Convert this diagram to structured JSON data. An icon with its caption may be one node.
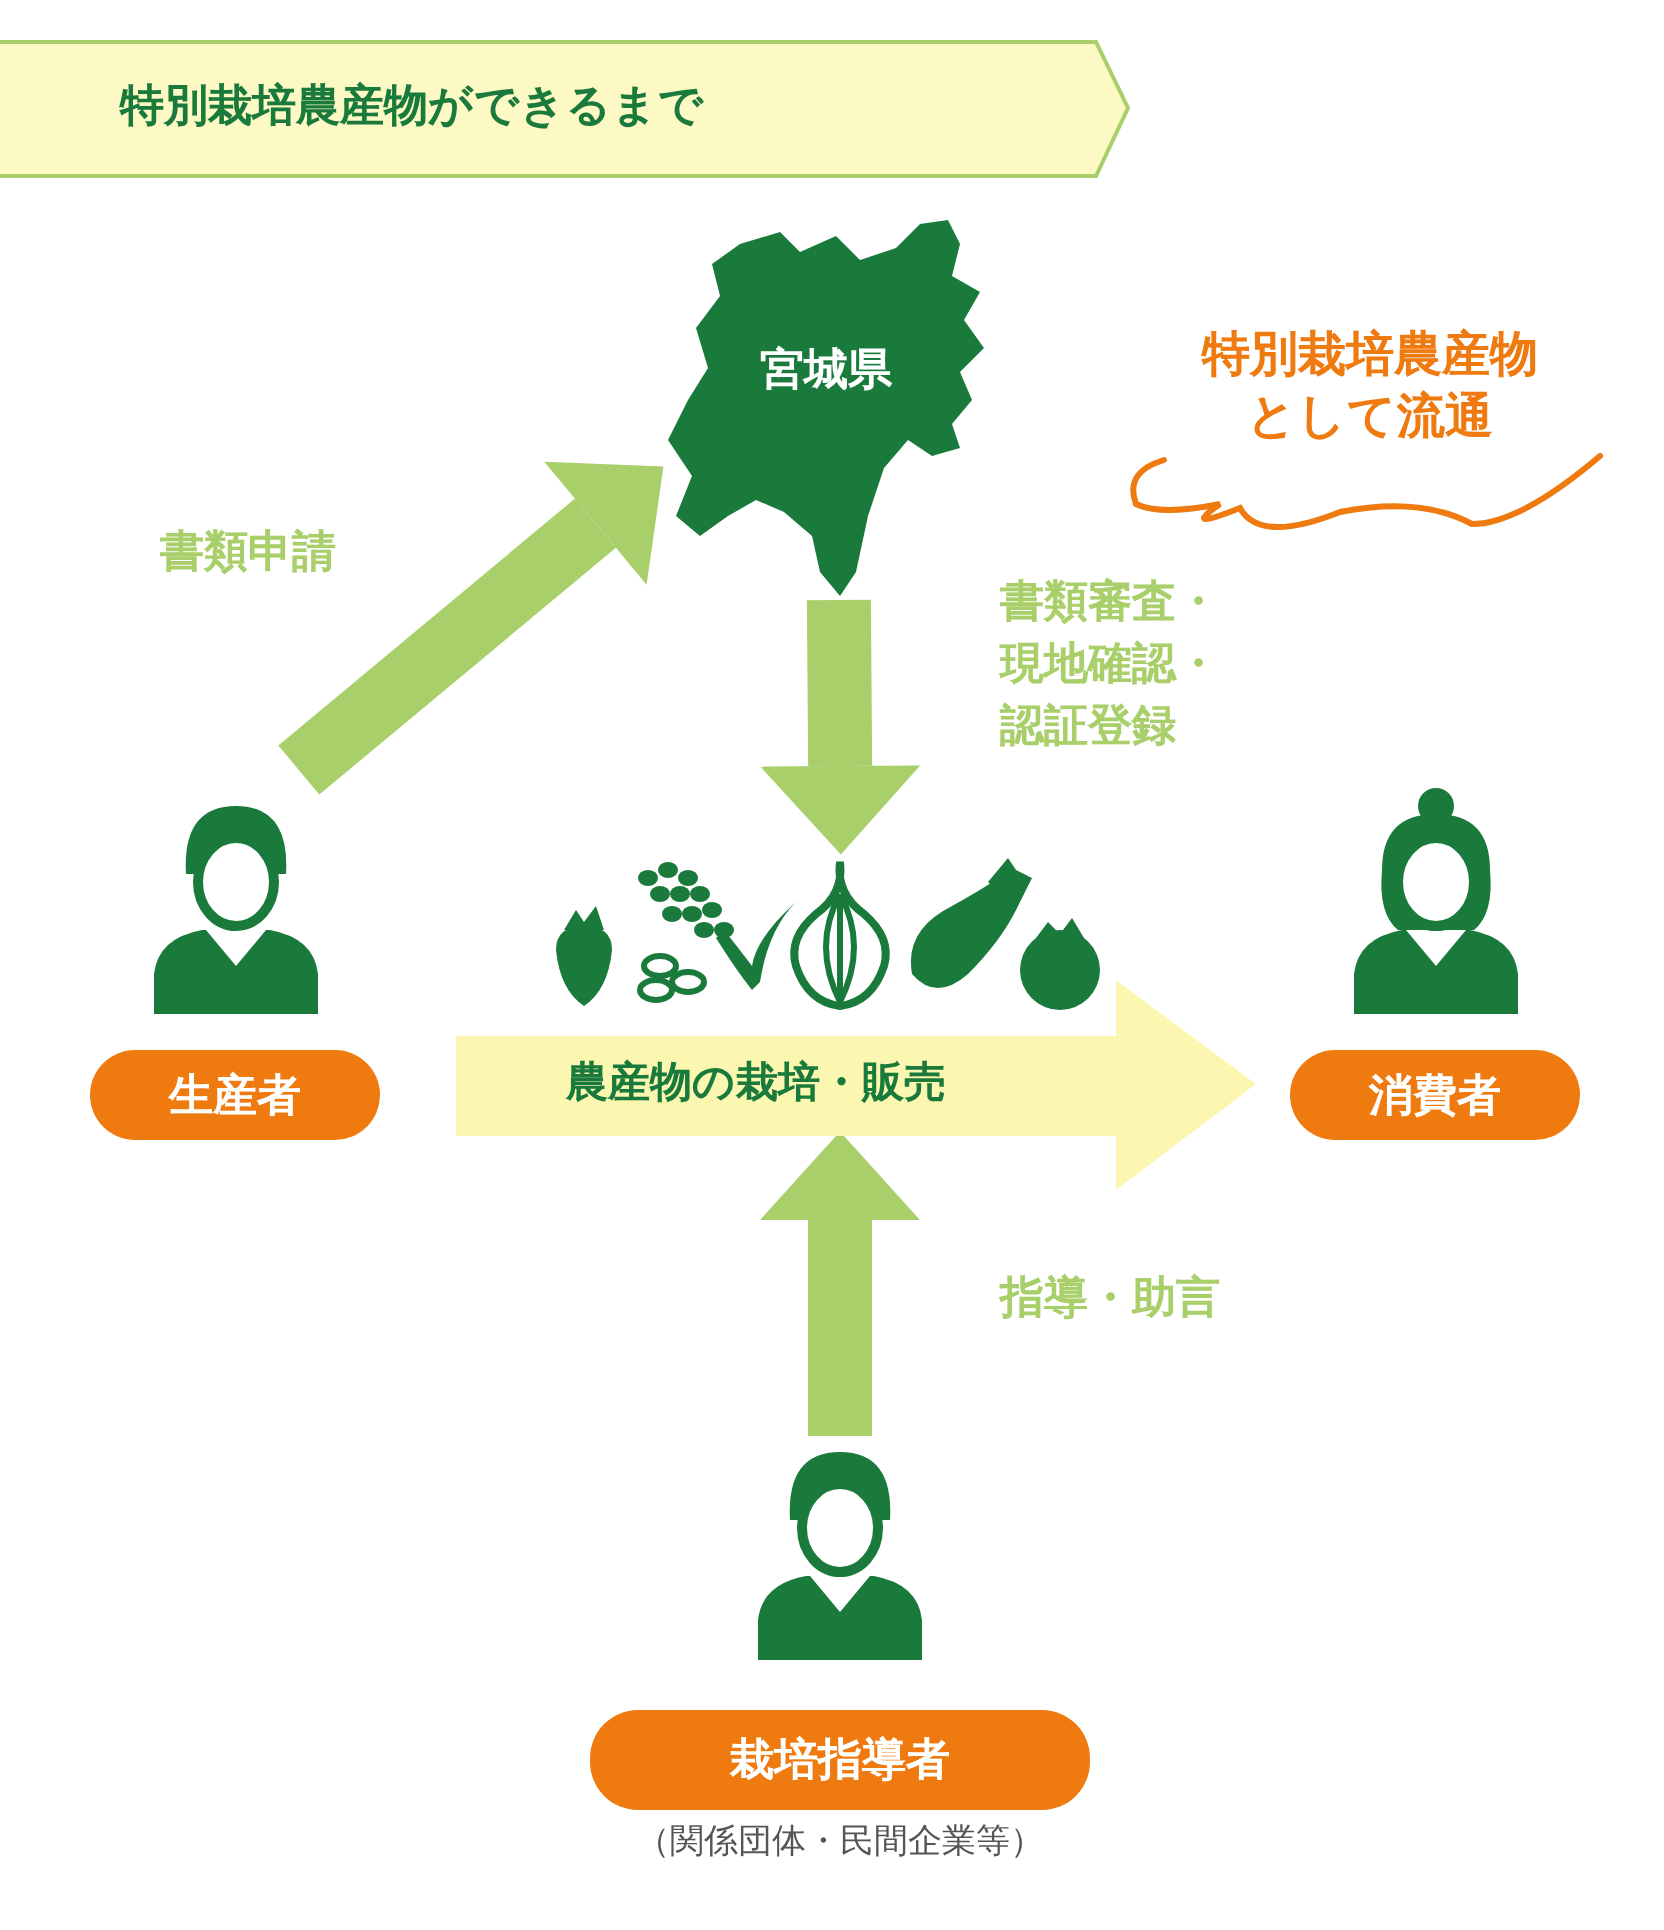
{
  "diagram": {
    "title": "特別栽培農産物ができるまで",
    "nodes": [
      {
        "text": [
          "宮城県"
        ]
      },
      {
        "text": [
          "生産者"
        ]
      },
      {
        "text": [],
        "shape": "picture"
      },
      {
        "text": [
          "農産物の栽培・販売"
        ]
      },
      {
        "text": [
          "消費者"
        ]
      },
      {
        "text": [
          "栽培指導者"
        ],
        "beside": [
          "（関係団体・民間企業等）"
        ]
      }
    ],
    "edges": [
      {
        "from": 1,
        "to": 0,
        "label": "書類申請",
        "arrow": "to"
      },
      {
        "from": 0,
        "to": 2,
        "label": "書類審査・現地確認・認証登録",
        "arrow": "to"
      },
      {
        "from": 5,
        "to": 3,
        "label": "指導・助言",
        "arrow": "to"
      }
    ],
    "labels": [
      "特別栽培農産物として流通"
    ]
  }
}
